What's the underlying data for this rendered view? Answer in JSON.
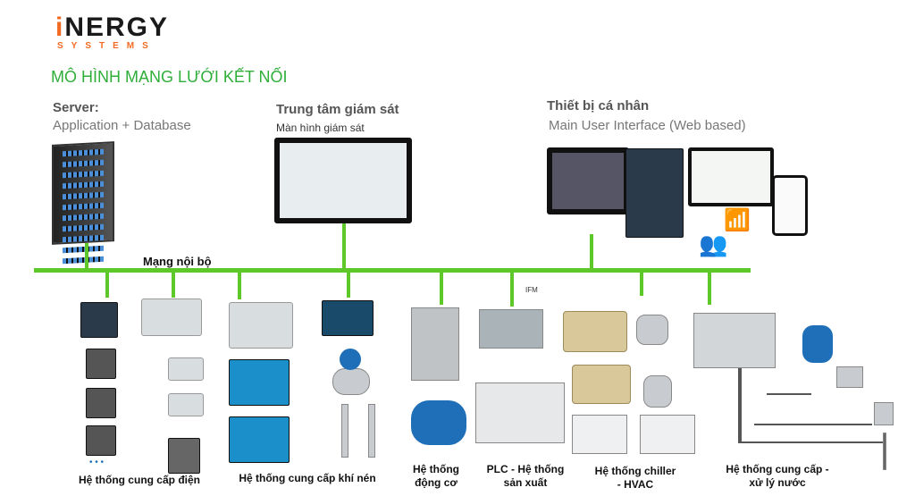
{
  "logo": {
    "main_a": "i",
    "main_b": "NERGY",
    "sub": "SYSTEMS"
  },
  "title": "MÔ HÌNH MẠNG LƯỚI KẾT NỐI",
  "server": {
    "heading": "Server:",
    "subtitle": "Application + Database"
  },
  "monitoring": {
    "heading": "Trung tâm giám sát",
    "subtitle": "Màn hình giám sát"
  },
  "personal": {
    "heading": "Thiết bị cá nhân",
    "subtitle": "Main User Interface (Web based)"
  },
  "network_label": "Mạng nội bộ",
  "ifm_label": "IFM",
  "subsystems": [
    {
      "line1": "Hệ thống cung cấp điện",
      "line2": ""
    },
    {
      "line1": "Hệ thống cung cấp khí nén",
      "line2": ""
    },
    {
      "line1": "Hệ thống",
      "line2": "động cơ"
    },
    {
      "line1": "PLC - Hệ thống",
      "line2": "sản xuất"
    },
    {
      "line1": "Hệ thống chiller",
      "line2": "- HVAC"
    },
    {
      "line1": "Hệ thống cung cấp -",
      "line2": "xử lý nước"
    }
  ],
  "dots": "• • •",
  "colors": {
    "green": "#5ec72a",
    "title_green": "#2fae3a",
    "orange": "#f26a21"
  }
}
